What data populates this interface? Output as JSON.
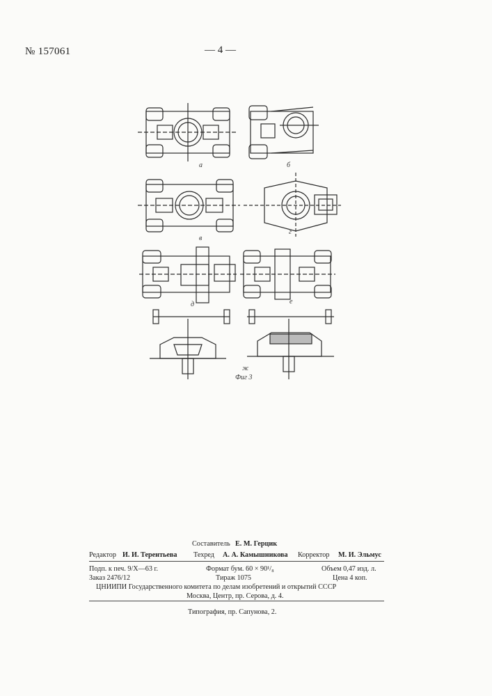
{
  "header": {
    "patent_number": "№ 157061",
    "page_number": "— 4 —"
  },
  "figure": {
    "caption": "Фиг 3",
    "panel_labels": [
      "а",
      "б",
      "в",
      "г",
      "д",
      "е",
      "ж"
    ]
  },
  "imprint": {
    "compiler_label": "Составитель",
    "compiler_name": "Е. М. Герцик",
    "editor_label": "Редактор",
    "editor_name": "И. И. Терентьева",
    "techred_label": "Техред",
    "techred_name": "А. А. Камышникова",
    "corrector_label": "Корректор",
    "corrector_name": "М. И. Эльмус",
    "signed": "Подп. к печ. 9/Х—63 г.",
    "format": "Формат бум. 60 × 90¹/₈",
    "volume": "Объем 0,47 изд. л.",
    "order": "Заказ 2476/12",
    "circulation": "Тираж 1075",
    "price": "Цена 4 коп.",
    "publisher": "ЦНИИПИ Государственного комитета по делам изобретений и открытий СССР",
    "address": "Москва, Центр, пр. Серова, д. 4.",
    "printing": "Типография, пр. Сапунова, 2."
  }
}
